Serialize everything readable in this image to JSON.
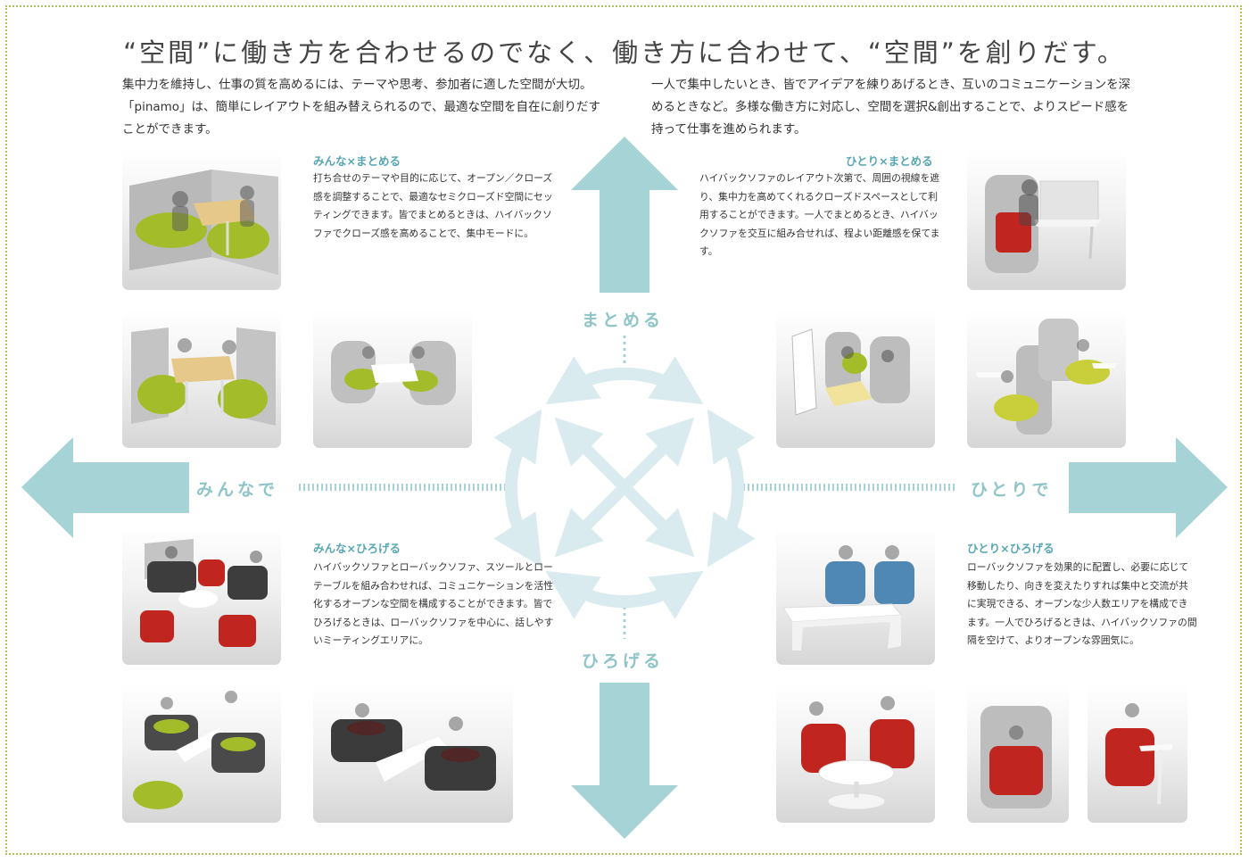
{
  "headline": "“空間”に働き方を合わせるのでなく、働き方に合わせて、“空間”を創りだす。",
  "intro_left": "集中力を維持し、仕事の質を高めるには、テーマや思考、参加者に適した空間が大切。「pinamo」は、簡単にレイアウトを組み替えられるので、最適な空間を自在に創りだすことができます。",
  "intro_right": "一人で集中したいとき、皆でアイデアを練りあげるとき、互いのコミュニケーションを深めるときなど。多様な働き方に対応し、空間を選択&創出することで、よりスピード感を持って仕事を進められます。",
  "axis_labels": {
    "up": "まとめる",
    "down": "ひろげる",
    "left": "みんなで",
    "right": "ひとりで"
  },
  "sections": {
    "group_focus": {
      "title": "みんな×まとめる",
      "body": "打ち合せのテーマや目的に応じて、オープン／クローズ感を調整することで、最適なセミクローズド空間にセッティングできます。皆でまとめるときは、ハイバックソファでクローズ感を高めることで、集中モードに。"
    },
    "solo_focus": {
      "title": "ひとり×まとめる",
      "body": "ハイバックソファのレイアウト次第で、周囲の視線を遮り、集中力を高めてくれるクローズドスペースとして利用することができます。一人でまとめるとき、ハイバックソファを交互に組み合せれば、程よい距離感を保てます。"
    },
    "group_open": {
      "title": "みんな×ひろげる",
      "body": "ハイバックソファとローバックソファ、スツールとローテーブルを組み合わせれば、コミュニケーションを活性化するオープンな空間を構成することができます。皆でひろげるときは、ローバックソファを中心に、話しやすいミーティングエリアに。"
    },
    "solo_open": {
      "title": "ひとり×ひろげる",
      "body": "ローバックソファを効果的に配置し、必要に応じて移動したり、向きを変えたりすれば集中と交流が共に実現できる、オープンな少人数エリアを構成できます。一人でひろげるときは、ハイバックソファの間隔を空けて、よりオープンな雰囲気に。"
    }
  },
  "colors": {
    "accent": "#56a7b2",
    "arrow": "#a6d3d5",
    "frame_dots": "#a9c84a",
    "sofa_green": "#a3bd2a",
    "sofa_red": "#c0261f",
    "sofa_blue": "#4f87b5",
    "sofa_dark": "#3d3d3d",
    "sofa_grey": "#b9b9b9"
  }
}
